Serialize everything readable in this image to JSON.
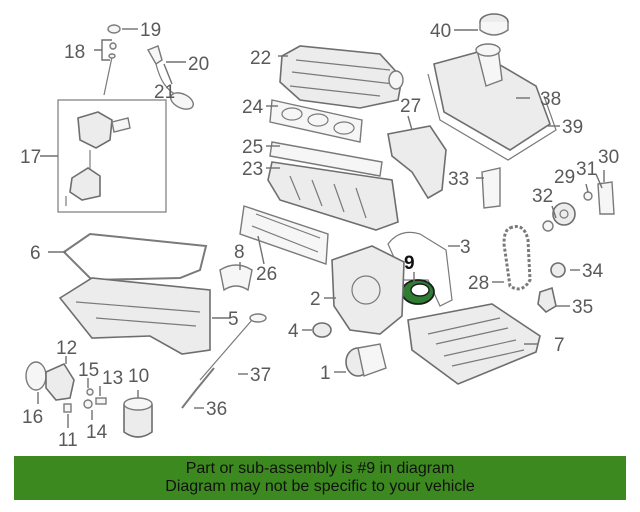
{
  "highlight_color": "#3c8a1f",
  "highlighted_callout": "9",
  "callouts": {
    "c1": "1",
    "c2": "2",
    "c3": "3",
    "c4": "4",
    "c5": "5",
    "c6": "6",
    "c7": "7",
    "c8": "8",
    "c9": "9",
    "c10": "10",
    "c11": "11",
    "c12": "12",
    "c13": "13",
    "c14": "14",
    "c15": "15",
    "c16": "16",
    "c17": "17",
    "c18": "18",
    "c19": "19",
    "c20": "20",
    "c21": "21",
    "c22": "22",
    "c23": "23",
    "c24": "24",
    "c25": "25",
    "c26": "26",
    "c27": "27",
    "c28": "28",
    "c29": "29",
    "c30": "30",
    "c31": "31",
    "c32": "32",
    "c33": "33",
    "c34": "34",
    "c35": "35",
    "c36": "36",
    "c37": "37",
    "c38": "38",
    "c39": "39",
    "c40": "40"
  },
  "banner": {
    "line1": "Part or sub-assembly is #9 in diagram",
    "line2": "Diagram may not be specific to your vehicle"
  }
}
